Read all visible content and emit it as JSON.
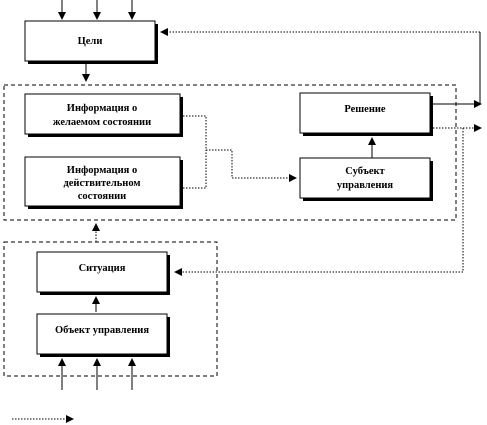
{
  "diagram": {
    "goals": "Цели",
    "info_desired_line1": "Информация о",
    "info_desired_line2": "желаемом состоянии",
    "info_actual_line1": "Информация о",
    "info_actual_line2": "действительном",
    "info_actual_line3": "состоянии",
    "decision": "Решение",
    "subject_line1": "Субъект",
    "subject_line2": "управления",
    "situation": "Ситуация",
    "object": "Объект управления"
  }
}
